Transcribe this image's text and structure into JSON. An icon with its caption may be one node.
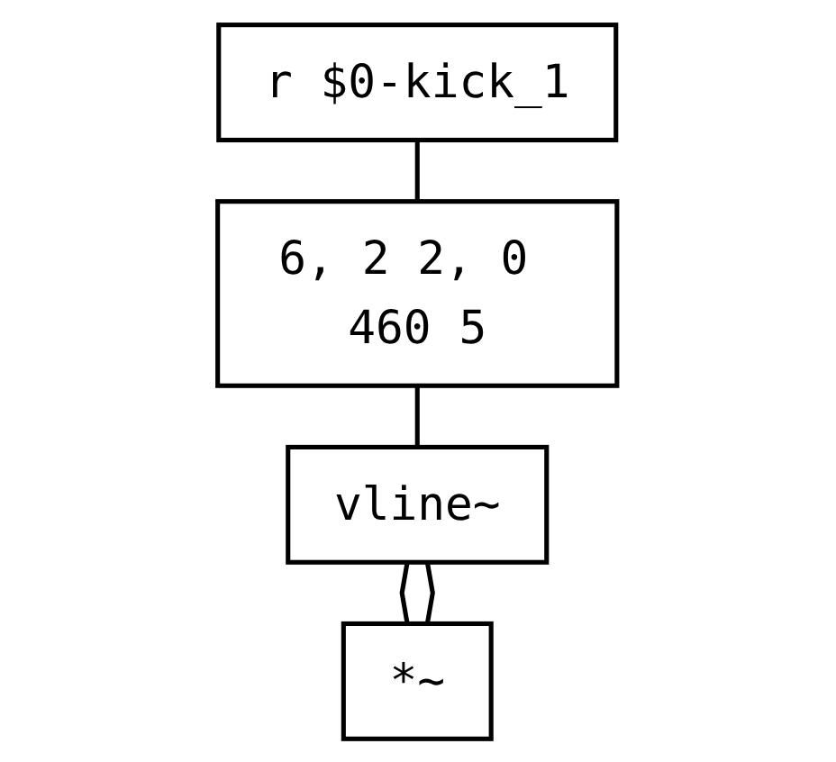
{
  "diagram": {
    "nodes": [
      {
        "text": [
          "r $0-kick_1"
        ]
      },
      {
        "text": [
          "6, 2 2, 0 460 5"
        ]
      },
      {
        "text": [
          "vline~"
        ]
      },
      {
        "text": [
          "*~"
        ]
      }
    ],
    "edges": [
      {
        "from": 0,
        "to": 1,
        "arrow": "none"
      },
      {
        "from": 1,
        "to": 2,
        "arrow": "none"
      },
      {
        "from": 2,
        "to": 3,
        "arrow": "none"
      },
      {
        "from": 2,
        "to": 3,
        "arrow": "none"
      }
    ]
  }
}
